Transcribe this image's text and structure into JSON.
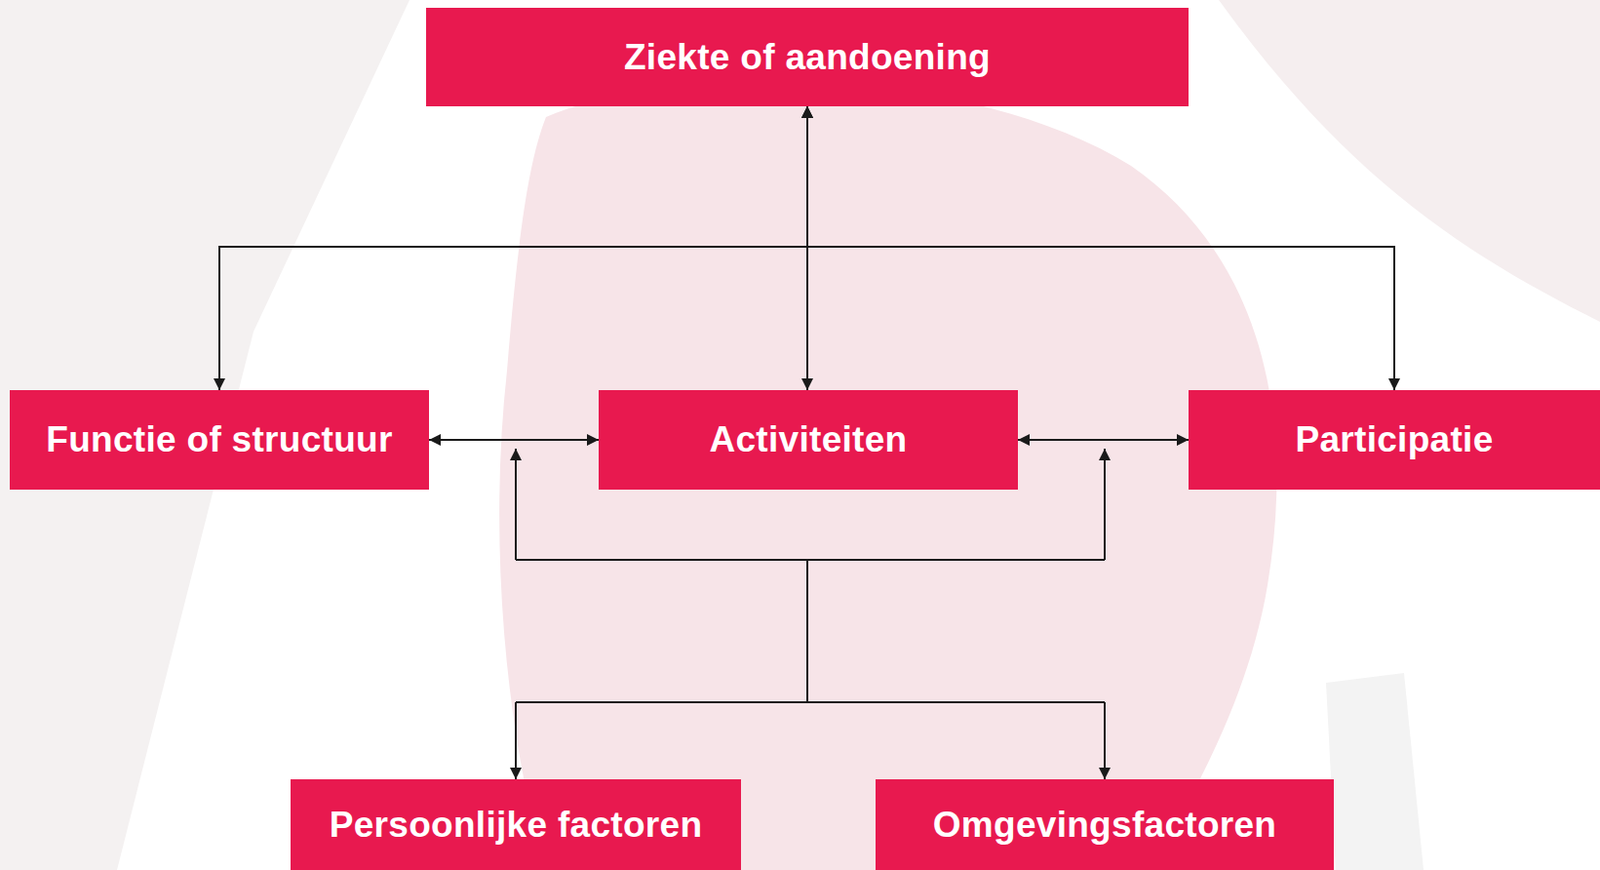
{
  "diagram": {
    "nodes": [
      {
        "text": [
          "Ziekte of aandoening"
        ]
      },
      {
        "text": [
          "Functie of structuur"
        ]
      },
      {
        "text": [
          "Activiteiten"
        ]
      },
      {
        "text": [
          "Participatie"
        ]
      },
      {
        "text": [
          "Persoonlijke factoren"
        ]
      },
      {
        "text": [
          "Omgevingsfactoren"
        ]
      }
    ],
    "edges": [
      {
        "from": 0,
        "to": 1,
        "arrow": "both"
      },
      {
        "from": 0,
        "to": 2,
        "arrow": "both"
      },
      {
        "from": 0,
        "to": 3,
        "arrow": "both"
      },
      {
        "from": 1,
        "to": 2,
        "arrow": "both"
      },
      {
        "from": 2,
        "to": 3,
        "arrow": "both"
      }
    ]
  }
}
